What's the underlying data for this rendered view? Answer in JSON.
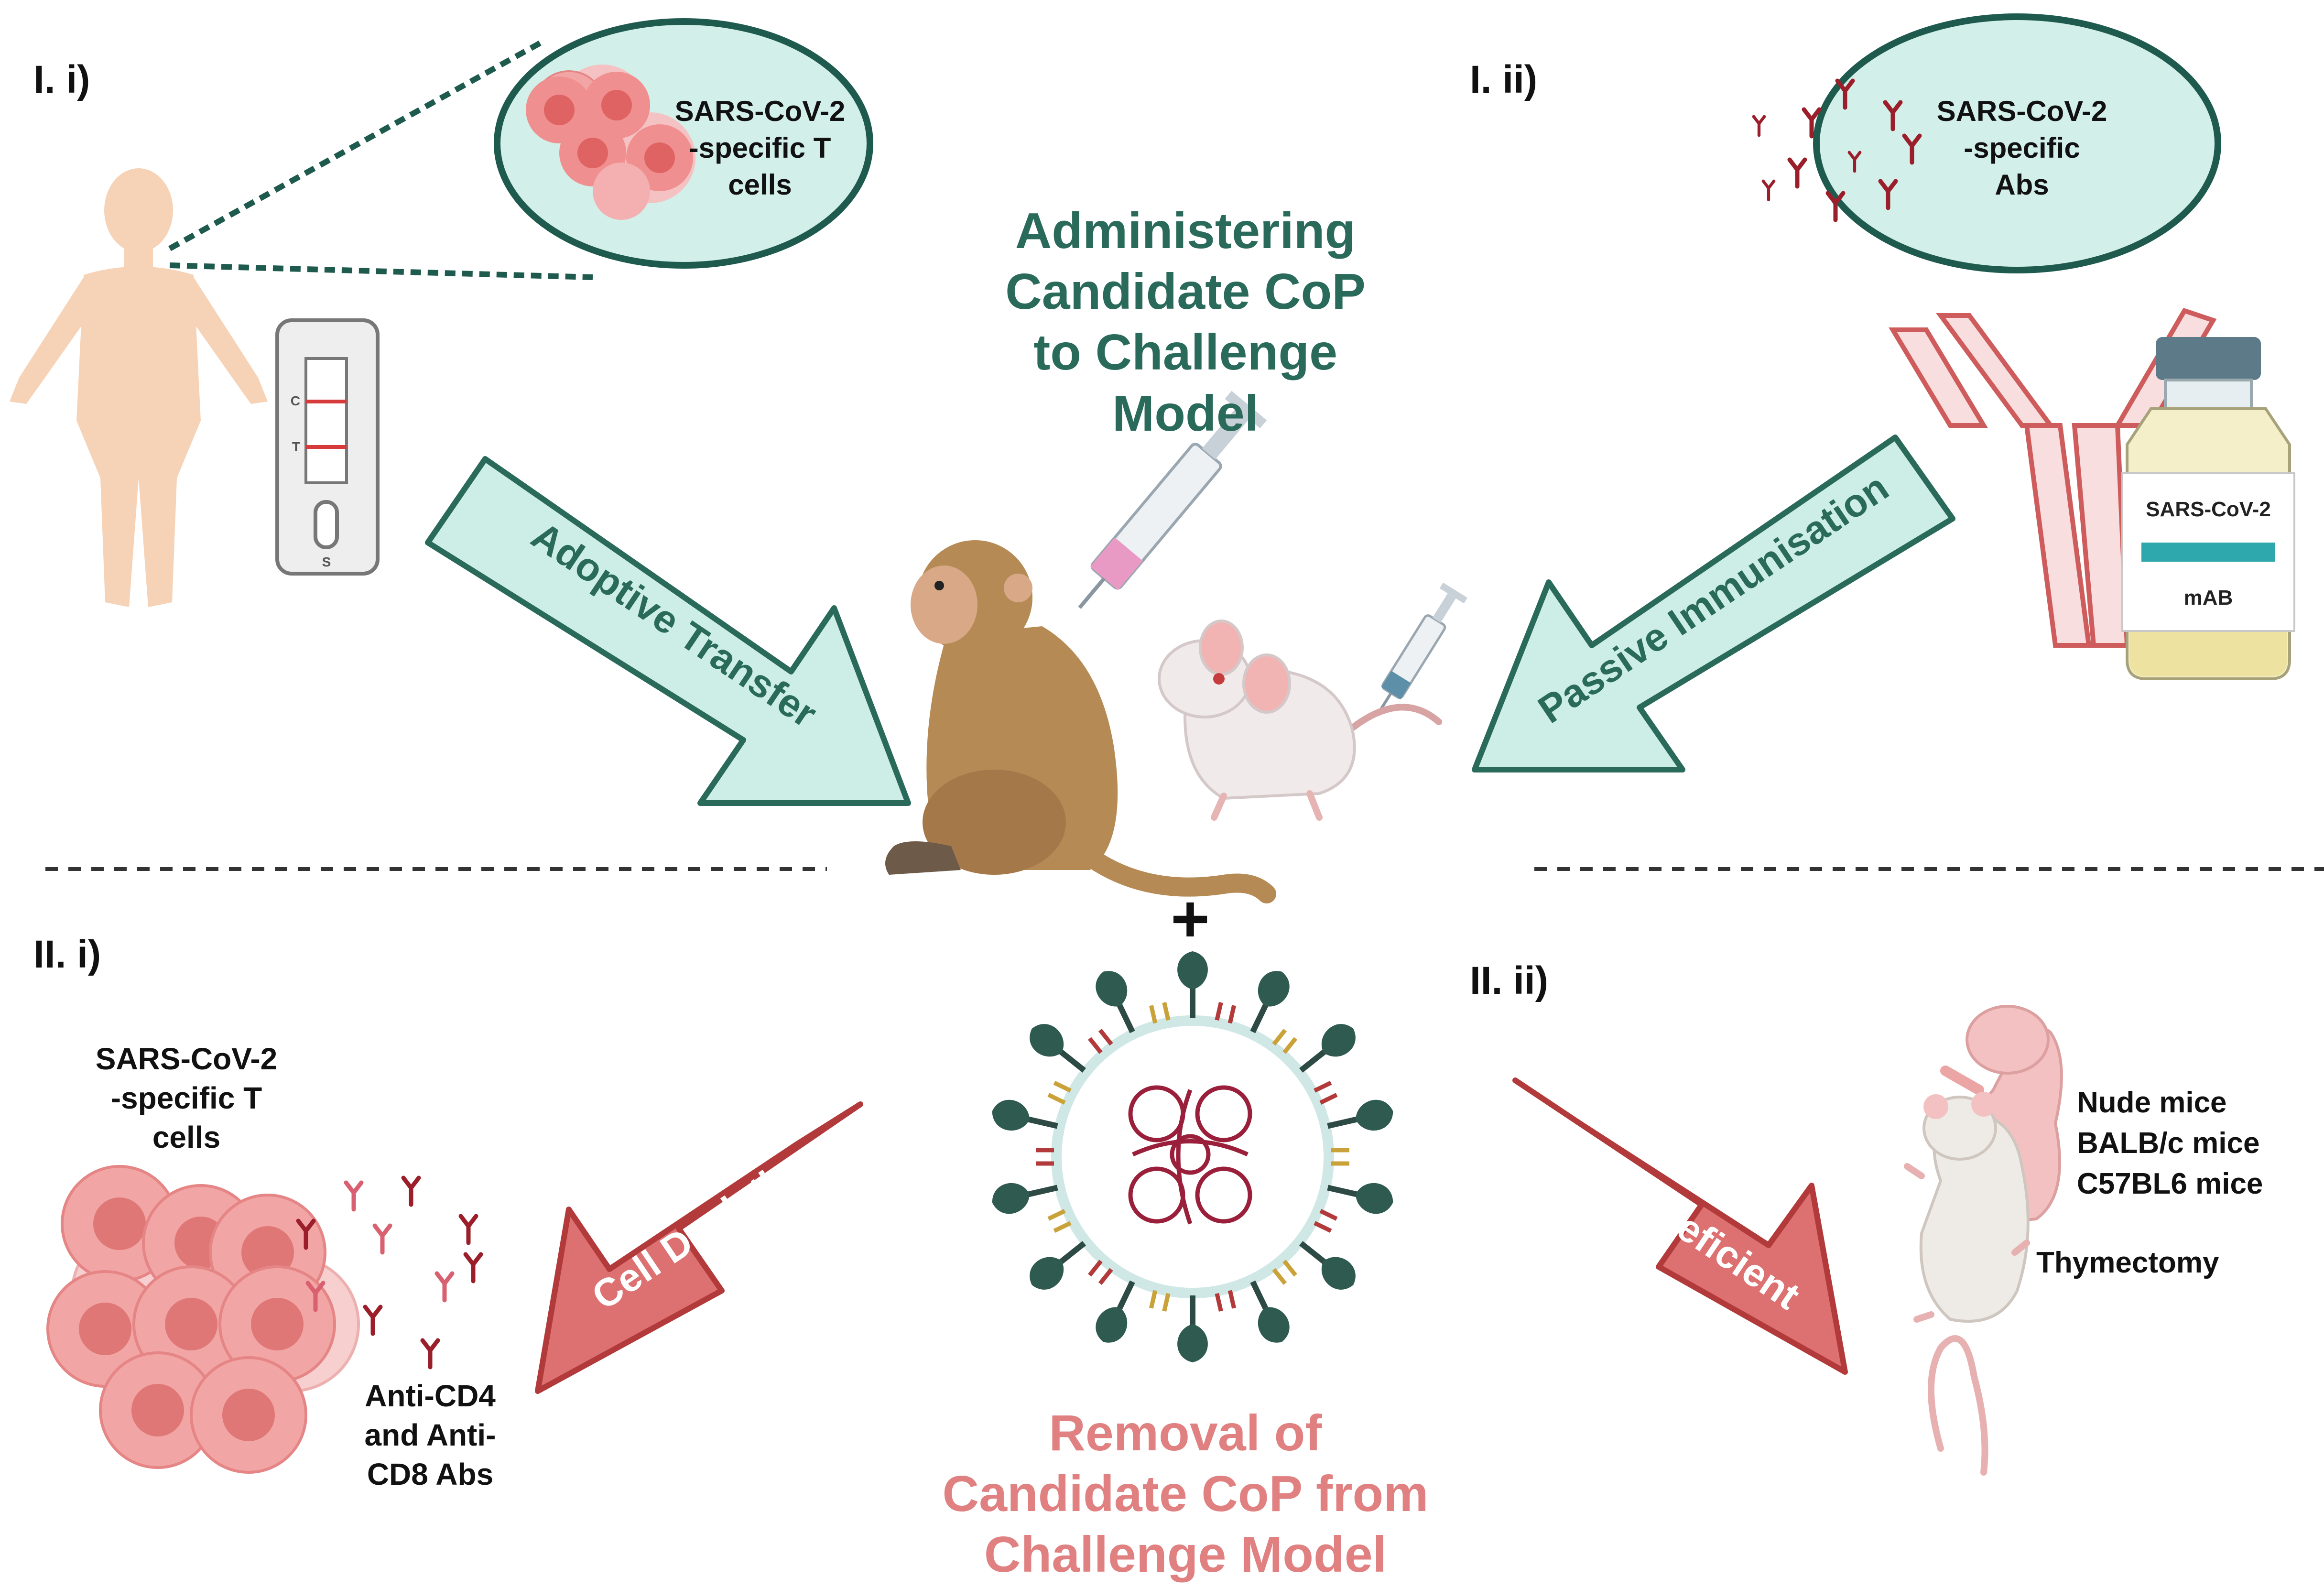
{
  "sections": {
    "top_left": "I. i)",
    "top_right": "I. ii)",
    "bottom_left": "II. i)",
    "bottom_right": "II. ii)"
  },
  "headings": {
    "administering": [
      "Administering",
      "Candidate CoP",
      "to Challenge",
      "Model"
    ],
    "removal": [
      "Removal of",
      "Candidate CoP from",
      "Challenge Model"
    ]
  },
  "arrows": {
    "adoptive": "Adoptive Transfer",
    "passive": "Passive Immunisation",
    "depletion": "Cell Depletion",
    "deficient": "B/T cell deficient"
  },
  "bubbles": {
    "t_cells": [
      "SARS-CoV-2",
      "-specific T",
      "cells"
    ],
    "abs": [
      "SARS-CoV-2",
      "-specific",
      "Abs"
    ]
  },
  "test_strip": {
    "c": "C",
    "t": "T",
    "s": "S"
  },
  "vial": {
    "name": "SARS-CoV-2",
    "type": "mAB"
  },
  "depletion_labels": {
    "t_cells": [
      "SARS-CoV-2",
      "-specific T",
      "cells"
    ],
    "antibodies": [
      "Anti-CD4",
      "and Anti-",
      "CD8 Abs"
    ]
  },
  "mouse_strains": [
    "Nude mice",
    "BALB/c mice",
    "C57BL6 mice"
  ],
  "thymectomy": "Thymectomy",
  "plus": "+",
  "colors": {
    "admin_heading": "#2a6a5a",
    "removal_heading": "#e08080",
    "teal_fill": "#cdeee6",
    "teal_stroke": "#2a6a5a",
    "red_arrow": "#dd7070",
    "red_stroke": "#b23a3a"
  }
}
